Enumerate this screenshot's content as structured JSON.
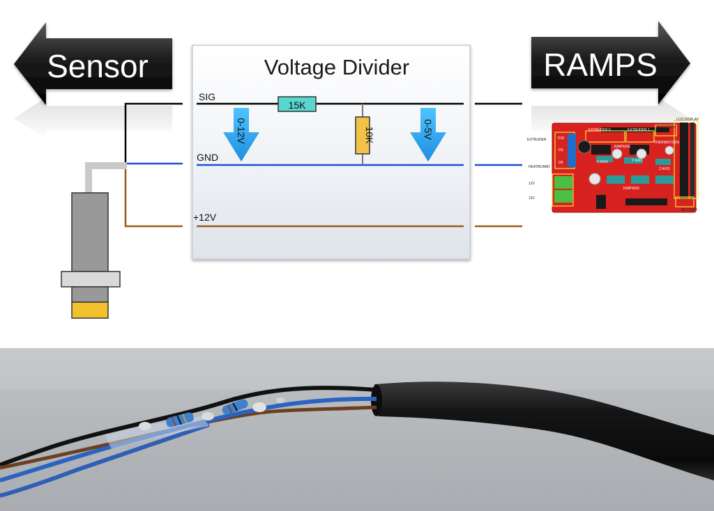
{
  "arrows": {
    "sensor_label": "Sensor",
    "ramps_label": "RAMPS"
  },
  "divider": {
    "title": "Voltage Divider",
    "wire_labels": {
      "sig": "SIG",
      "gnd": "GND",
      "v12": "+12V"
    },
    "resistor_series": "15K",
    "resistor_ground": "10K",
    "input_range": "0-12V",
    "output_range": "0-5V"
  },
  "colors": {
    "sig_wire": "#000000",
    "gnd_wire": "#1a4fd6",
    "v12_wire": "#9a5a1a",
    "resistor_series": "#59d6d0",
    "resistor_ground": "#f2c14a",
    "range_arrow": "#29a8f0",
    "sensor_tip": "#f2c12e",
    "ramps_board": "#d8221f",
    "photo_background": "#b9bcbf"
  },
  "ramps_board": {
    "labels": {
      "extruder": "EXTRUDER",
      "heatboard": "HEATBOARD",
      "lcd_display": "LCD DISPLAY",
      "endstops": "ENDSTOPS",
      "extruder_0": "EXTRUDER 0",
      "extruder_1": "EXTRUDER 1",
      "jumpers_top": "JUMPERS",
      "thermistors": "THERMISTORS",
      "jumpers_bottom": "JUMPERS",
      "x_axis": "X AXIS",
      "y_axis": "Y AXIS",
      "z_axis": "Z AXIS",
      "v12_top": "12V",
      "v12_bottom": "12V",
      "sd_card": "SD-CARD",
      "d10": "D10",
      "d9": "D9",
      "d8": "D8"
    }
  },
  "photo": {
    "subject": "cable-with-inline-resistors"
  }
}
